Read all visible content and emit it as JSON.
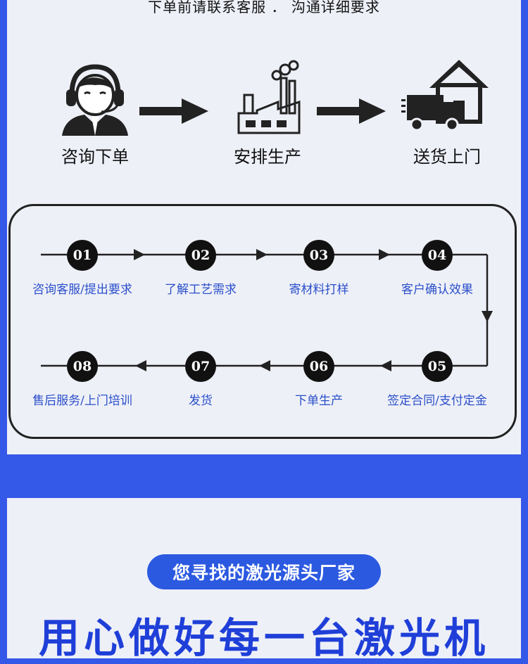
{
  "top_note": "下单前请联系客服 ． 沟通详细要求",
  "steps": [
    {
      "label": "咨询下单",
      "icon": "customer-service-icon"
    },
    {
      "label": "安排生产",
      "icon": "factory-icon"
    },
    {
      "label": "送货上门",
      "icon": "delivery-house-icon"
    }
  ],
  "flow": [
    {
      "num": "01",
      "label": "咨询客服/提出要求"
    },
    {
      "num": "02",
      "label": "了解工艺需求"
    },
    {
      "num": "03",
      "label": "寄材料打样"
    },
    {
      "num": "04",
      "label": "客户确认效果"
    },
    {
      "num": "05",
      "label": "签定合同/支付定金"
    },
    {
      "num": "06",
      "label": "下单生产"
    },
    {
      "num": "07",
      "label": "发货"
    },
    {
      "num": "08",
      "label": "售后服务/上门培训"
    }
  ],
  "badge": "您寻找的激光源头厂家",
  "headline": "用心做好每一台激光机",
  "colors": {
    "background": "#3458e8",
    "panel": "#eef0f8",
    "accent": "#2b59e0",
    "label_blue": "#2a4fc9"
  }
}
